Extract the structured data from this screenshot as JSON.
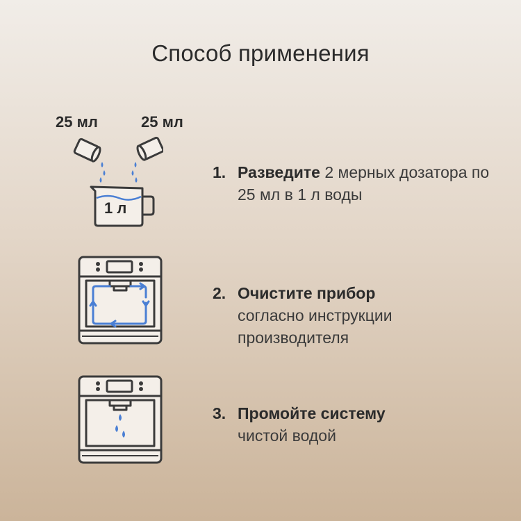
{
  "title": "Способ применения",
  "doses": {
    "left_label": "25 мл",
    "right_label": "25 мл",
    "jug_label": "1 л"
  },
  "colors": {
    "accent_blue": "#4a7fd4",
    "line_dark": "#3b3b3b"
  },
  "steps": [
    {
      "number": "1.",
      "bold": "Разведите",
      "rest": " 2 мерных дозатора по 25 мл в 1 л воды"
    },
    {
      "number": "2.",
      "bold": "Очистите прибор",
      "rest": "согласно инструкции производителя"
    },
    {
      "number": "3.",
      "bold": "Промойте систему",
      "rest": "чистой водой"
    }
  ],
  "icons": [
    "measuring-cup-icon",
    "jug-icon",
    "coffee-machine-cycle-icon",
    "coffee-machine-rinse-icon",
    "water-drop-icon"
  ]
}
